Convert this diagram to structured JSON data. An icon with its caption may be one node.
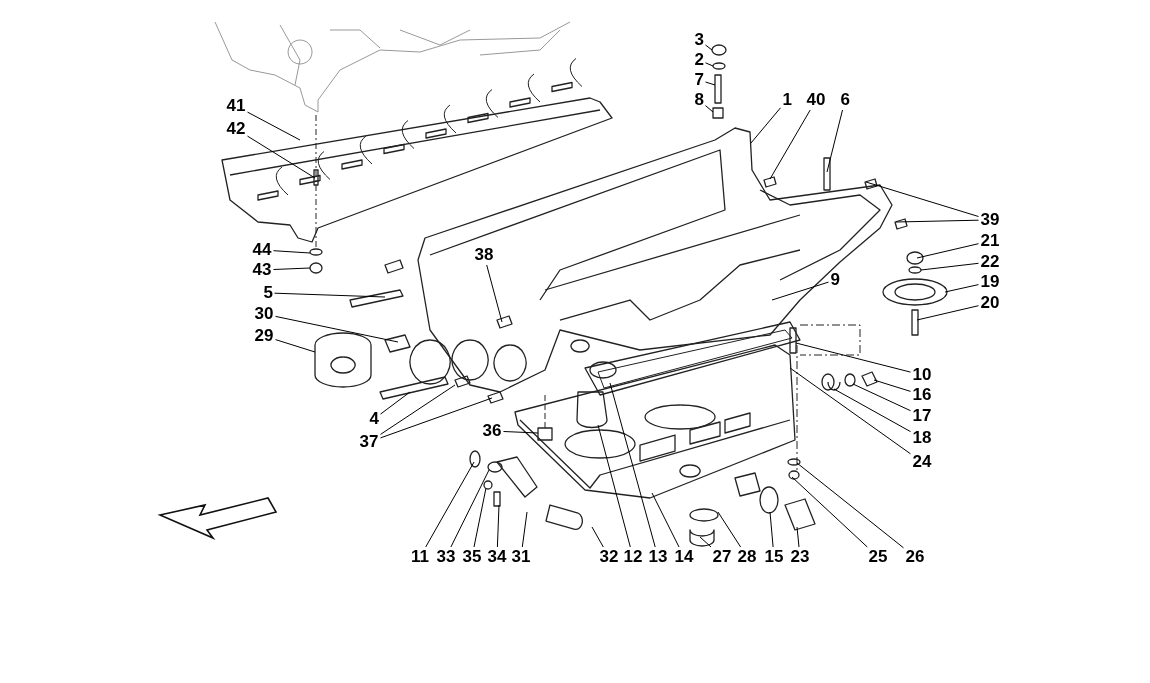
{
  "diagram": {
    "nodes": [
      {
        "text": [
          "3"
        ]
      },
      {
        "text": [
          "2"
        ]
      },
      {
        "text": [
          "7"
        ]
      },
      {
        "text": [
          "41"
        ]
      },
      {
        "text": [
          "8"
        ]
      },
      {
        "text": [
          "1"
        ]
      },
      {
        "text": [
          "40"
        ]
      },
      {
        "text": [
          "6"
        ]
      },
      {
        "text": [
          "42"
        ]
      },
      {
        "text": [
          "39"
        ]
      },
      {
        "text": [
          "21"
        ]
      },
      {
        "text": [
          "44"
        ]
      },
      {
        "text": [
          "22"
        ]
      },
      {
        "text": [
          "43"
        ]
      },
      {
        "text": [
          "38"
        ]
      },
      {
        "text": [
          "19"
        ]
      },
      {
        "text": [
          "5"
        ]
      },
      {
        "text": [
          "9"
        ]
      },
      {
        "text": [
          "20"
        ]
      },
      {
        "text": [
          "30"
        ]
      },
      {
        "text": [
          "29"
        ]
      },
      {
        "text": [
          "10"
        ]
      },
      {
        "text": [
          "16"
        ]
      },
      {
        "text": [
          "17"
        ]
      },
      {
        "text": [
          "4"
        ]
      },
      {
        "text": [
          "18"
        ]
      },
      {
        "text": [
          "36"
        ]
      },
      {
        "text": [
          "37"
        ]
      },
      {
        "text": [
          "24"
        ]
      },
      {
        "text": [
          "11"
        ]
      },
      {
        "text": [
          "33"
        ]
      },
      {
        "text": [
          "35"
        ]
      },
      {
        "text": [
          "34"
        ]
      },
      {
        "text": [
          "31"
        ]
      },
      {
        "text": [
          "32"
        ]
      },
      {
        "text": [
          "12"
        ]
      },
      {
        "text": [
          "13"
        ]
      },
      {
        "text": [
          "14"
        ]
      },
      {
        "text": [
          "27"
        ]
      },
      {
        "text": [
          "28"
        ]
      },
      {
        "text": [
          "15"
        ]
      },
      {
        "text": [
          "23"
        ]
      },
      {
        "text": [
          "25"
        ]
      },
      {
        "text": [
          "26"
        ]
      }
    ],
    "edges": [
      {
        "from": 0,
        "to": null,
        "arrow": "none"
      },
      {
        "from": 1,
        "to": null,
        "arrow": "none"
      },
      {
        "from": 2,
        "to": null,
        "arrow": "none"
      },
      {
        "from": 3,
        "to": null,
        "arrow": "none"
      },
      {
        "from": 4,
        "to": null,
        "arrow": "none"
      },
      {
        "from": 5,
        "to": null,
        "arrow": "none"
      },
      {
        "from": 6,
        "to": null,
        "arrow": "none"
      },
      {
        "from": 7,
        "to": null,
        "arrow": "none"
      },
      {
        "from": 8,
        "to": null,
        "arrow": "none"
      },
      {
        "from": 9,
        "to": null,
        "arrow": "none"
      },
      {
        "from": 9,
        "to": null,
        "arrow": "none"
      },
      {
        "from": 10,
        "to": null,
        "arrow": "none"
      },
      {
        "from": 11,
        "to": null,
        "arrow": "none"
      },
      {
        "from": 12,
        "to": null,
        "arrow": "none"
      },
      {
        "from": 13,
        "to": null,
        "arrow": "none"
      },
      {
        "from": 14,
        "to": null,
        "arrow": "none"
      },
      {
        "from": 15,
        "to": null,
        "arrow": "none"
      },
      {
        "from": 16,
        "to": null,
        "arrow": "none"
      },
      {
        "from": 17,
        "to": null,
        "arrow": "none"
      },
      {
        "from": 18,
        "to": null,
        "arrow": "none"
      },
      {
        "from": 19,
        "to": null,
        "arrow": "none"
      },
      {
        "from": 20,
        "to": null,
        "arrow": "none"
      },
      {
        "from": 21,
        "to": null,
        "arrow": "none"
      },
      {
        "from": 22,
        "to": null,
        "arrow": "none"
      },
      {
        "from": 23,
        "to": null,
        "arrow": "none"
      },
      {
        "from": 24,
        "to": null,
        "arrow": "none"
      },
      {
        "from": 25,
        "to": null,
        "arrow": "none"
      },
      {
        "from": 26,
        "to": null,
        "arrow": "none"
      },
      {
        "from": 27,
        "to": null,
        "arrow": "none"
      },
      {
        "from": 27,
        "to": null,
        "arrow": "none"
      },
      {
        "from": 28,
        "to": null,
        "arrow": "none"
      },
      {
        "from": 29,
        "to": null,
        "arrow": "none"
      },
      {
        "from": 30,
        "to": null,
        "arrow": "none"
      },
      {
        "from": 31,
        "to": null,
        "arrow": "none"
      },
      {
        "from": 32,
        "to": null,
        "arrow": "none"
      },
      {
        "from": 33,
        "to": null,
        "arrow": "none"
      },
      {
        "from": 34,
        "to": null,
        "arrow": "none"
      },
      {
        "from": 35,
        "to": null,
        "arrow": "none"
      },
      {
        "from": 36,
        "to": null,
        "arrow": "none"
      },
      {
        "from": 37,
        "to": null,
        "arrow": "none"
      },
      {
        "from": 38,
        "to": null,
        "arrow": "none"
      },
      {
        "from": 39,
        "to": null,
        "arrow": "none"
      },
      {
        "from": 40,
        "to": null,
        "arrow": "none"
      },
      {
        "from": 41,
        "to": null,
        "arrow": "none"
      },
      {
        "from": 42,
        "to": null,
        "arrow": "none"
      },
      {
        "from": 43,
        "to": null,
        "arrow": "none"
      }
    ]
  }
}
